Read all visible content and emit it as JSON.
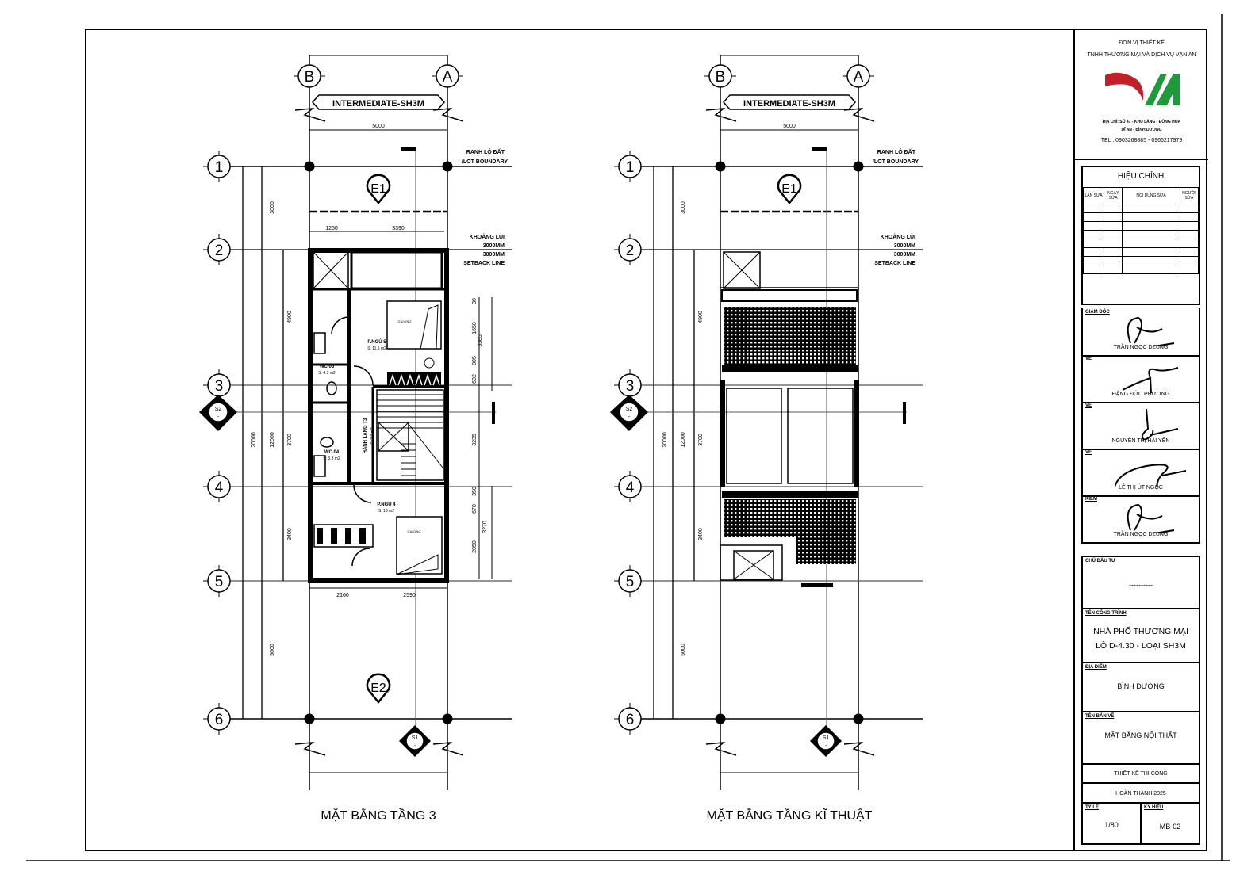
{
  "plans": [
    {
      "title": "MẶT BẰNG TẦNG 3",
      "elevations": [
        "E1",
        "E2"
      ],
      "kind": "floor3"
    },
    {
      "title": "MẶT BẰNG TẦNG KĨ THUẬT",
      "elevations": [
        "E1"
      ],
      "kind": "technical"
    }
  ],
  "common": {
    "grid_rows": [
      "1",
      "2",
      "3",
      "4",
      "5",
      "6"
    ],
    "grid_cols": [
      "B",
      "A"
    ],
    "tag": "INTERMEDIATE-SH3M",
    "width_dim": "5000",
    "lot_boundary": [
      "RANH LÔ ĐẤT",
      "/LOT BOUNDARY"
    ],
    "setback": [
      "KHOẢNG LÙI",
      "3000MM",
      "3000MM",
      "SETBACK LINE"
    ],
    "dim_overall": "20000",
    "dims_mid": [
      "3000",
      "12000",
      "5000"
    ],
    "dims_inner": [
      "4900",
      "3700",
      "3400"
    ],
    "section_top": "S1",
    "section_side": "S2",
    "section_sub": "-"
  },
  "floor3": {
    "top_dims": [
      "1250",
      "3390"
    ],
    "bottom_dims": [
      "2160",
      "2590"
    ],
    "right_dims": [
      "30",
      "1650",
      "805",
      "602",
      "3235",
      "350",
      "670",
      "2050"
    ],
    "right_dims_total": [
      "3385",
      "3270"
    ],
    "rooms": [
      {
        "name": "P.NGỦ 5",
        "area": "S: 11,5 m2"
      },
      {
        "name": "WC 05",
        "area": "S: 4.3 m2"
      },
      {
        "name": "WC 04",
        "area": "S: 3.8 m2"
      },
      {
        "name": "HÀNH LANG T3",
        "area": "S: 3.6 m2"
      },
      {
        "name": "P.NGỦ 4",
        "area": "S: 13 m2"
      }
    ],
    "bed_label": "GIƯỜNG"
  },
  "title_block": {
    "company_header": "ĐƠN VỊ THIẾT KẾ",
    "company_name": "TNHH THƯƠNG MẠI VÀ DỊCH VỤ VẠN AN",
    "logo_text": "VA",
    "address1": "ĐỊA CHỈ: SỐ 47 - KHU LÀNG - ĐÔNG HÒA",
    "address2": "DĨ AN - BÌNH DƯƠNG",
    "tel": "TEL : 0903268885 - 0966217979",
    "revision": {
      "title": "HIỆU CHỈNH",
      "headers": [
        "LẦN SỬA",
        "NGÀY SỬA",
        "NỘI DUNG SỬA",
        "NGƯỜI SỬA"
      ]
    },
    "signatures": [
      {
        "role": "GIÁM ĐỐC",
        "name": "TRẦN NGỌC DZUNG"
      },
      {
        "role": "VẼ",
        "name": "ĐẶNG ĐỨC PHƯƠNG"
      },
      {
        "role": "VẼ",
        "name": "NGUYỄN THỊ HẢI YẾN"
      },
      {
        "role": "VẼ",
        "name": "LÊ THỊ ÚT NGỌC"
      },
      {
        "role": "KIỂM",
        "name": "TRẦN NGỌC DZUNG"
      }
    ],
    "owner": {
      "label": "CHỦ ĐẦU TƯ",
      "value": "----------"
    },
    "project": {
      "label": "TÊN CÔNG TRÌNH",
      "line1": "NHÀ PHỐ THƯƠNG MẠI",
      "line2": "LÔ D-4.30 - LOẠI SH3M"
    },
    "location": {
      "label": "ĐỊA ĐIỂM",
      "value": "BÌNH DƯƠNG"
    },
    "drawing": {
      "label": "TÊN BẢN VẼ",
      "value": "MẶT BẰNG NỘI THẤT"
    },
    "phase": "THIẾT KẾ THI CÔNG",
    "completion": "HOÀN THÀNH 2025",
    "scale": {
      "label": "TỶ LỆ",
      "value": "1/80"
    },
    "code": {
      "label": "KÝ HIỆU",
      "value": "MB-02"
    },
    "colors": {
      "logo_red": "#c0202a",
      "logo_green": "#1f9a3a"
    }
  }
}
